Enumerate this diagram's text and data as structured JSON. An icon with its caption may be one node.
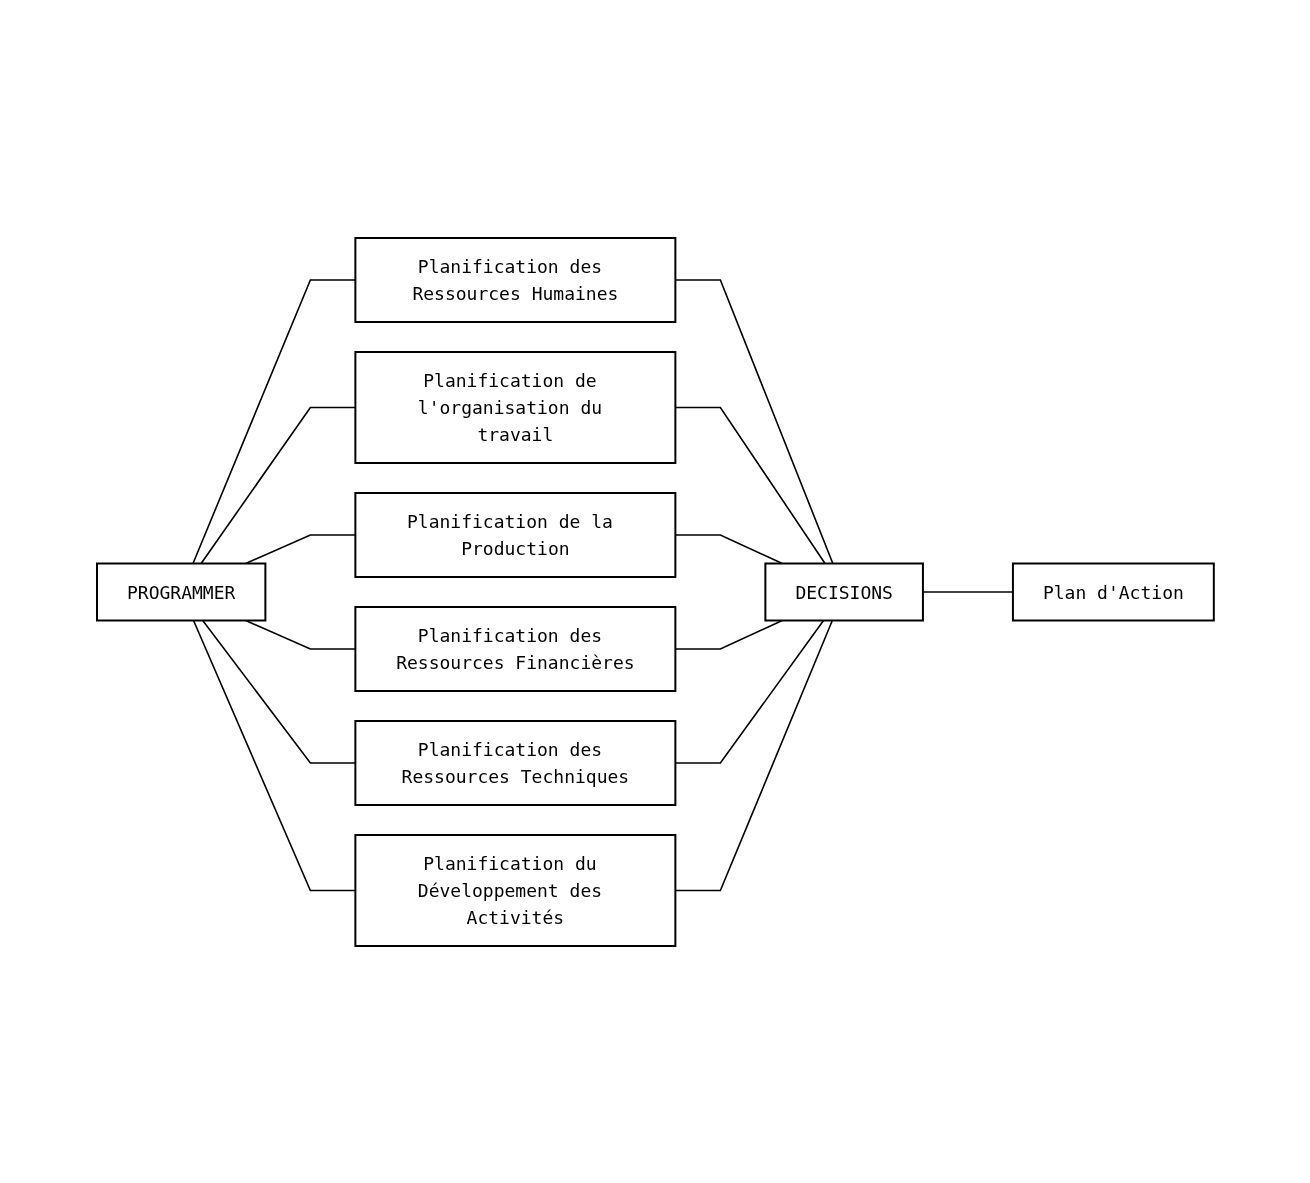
{
  "diagram": {
    "nodes": [
      {
        "text": [
          "PROGRAMMER"
        ]
      },
      {
        "text": [
          "Planification des Ressources Humaines"
        ]
      },
      {
        "text": [
          "Planification de l'organisation du travail"
        ]
      },
      {
        "text": [
          "Planification de la Production"
        ]
      },
      {
        "text": [
          "Planification des Ressources Financières"
        ]
      },
      {
        "text": [
          "Planification des Ressources Techniques"
        ]
      },
      {
        "text": [
          "Planification du Développement des Activités"
        ]
      },
      {
        "text": [
          "DECISIONS"
        ]
      },
      {
        "text": [
          "Plan d'Action"
        ]
      }
    ],
    "edges": [
      {
        "from": 0,
        "to": 1,
        "arrow": "none"
      },
      {
        "from": 0,
        "to": 2,
        "arrow": "none"
      },
      {
        "from": 0,
        "to": 3,
        "arrow": "none"
      },
      {
        "from": 0,
        "to": 4,
        "arrow": "none"
      },
      {
        "from": 0,
        "to": 5,
        "arrow": "none"
      },
      {
        "from": 0,
        "to": 6,
        "arrow": "none"
      },
      {
        "from": 1,
        "to": 7,
        "arrow": "none"
      },
      {
        "from": 2,
        "to": 7,
        "arrow": "none"
      },
      {
        "from": 3,
        "to": 7,
        "arrow": "none"
      },
      {
        "from": 4,
        "to": 7,
        "arrow": "none"
      },
      {
        "from": 5,
        "to": 7,
        "arrow": "none"
      },
      {
        "from": 6,
        "to": 7,
        "arrow": "none"
      },
      {
        "from": 7,
        "to": 8,
        "arrow": "none"
      }
    ]
  }
}
